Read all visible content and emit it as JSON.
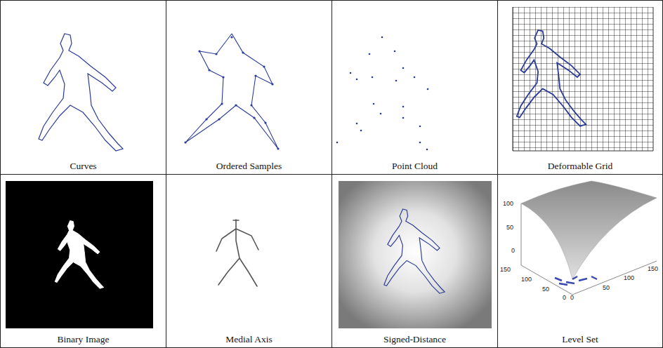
{
  "diagram": {
    "nodes": [
      {
        "text": [
          "Curves"
        ]
      },
      {
        "text": [
          "Ordered Samples"
        ]
      },
      {
        "text": [
          "Point Cloud"
        ]
      },
      {
        "text": [
          "Deformable Grid"
        ]
      },
      {
        "text": [
          "Binary Image"
        ]
      },
      {
        "text": [
          "Medial Axis"
        ]
      },
      {
        "text": [
          "Signed-Distance"
        ]
      },
      {
        "text": [
          "Level Set"
        ]
      }
    ],
    "labels": [
      "100",
      "50",
      "0",
      "150",
      "100",
      "50",
      "0",
      "0",
      "50",
      "100",
      "150"
    ]
  }
}
